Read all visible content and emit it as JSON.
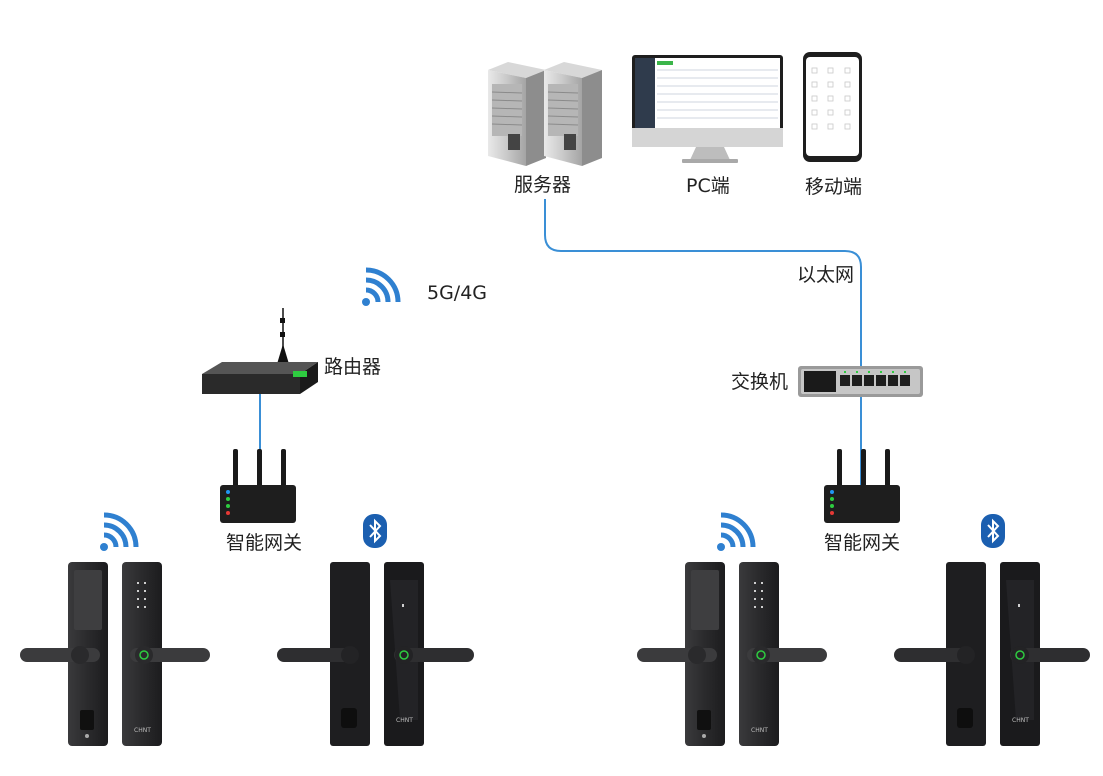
{
  "labels": {
    "server": "服务器",
    "pc": "PC端",
    "mobile": "移动端",
    "ethernet": "以太网",
    "wireless": "5G/4G",
    "router": "路由器",
    "switch": "交换机",
    "gateway_left": "智能网关",
    "gateway_right": "智能网关"
  },
  "brand": "CHNT",
  "colors": {
    "link": "#3a8fd6",
    "wifi": "#2f80d0",
    "bluetooth": "#1b5fb0",
    "device_dark": "#2b2b2d",
    "led_green": "#2ecc40",
    "led_red": "#e53935",
    "led_blue": "#2196f3"
  },
  "icons": [
    "server-rack-icon",
    "pc-monitor-icon",
    "mobile-phone-icon",
    "wifi-signal-icon",
    "router-icon",
    "gateway-icon",
    "network-switch-icon",
    "bluetooth-icon",
    "smart-lock-icon"
  ]
}
